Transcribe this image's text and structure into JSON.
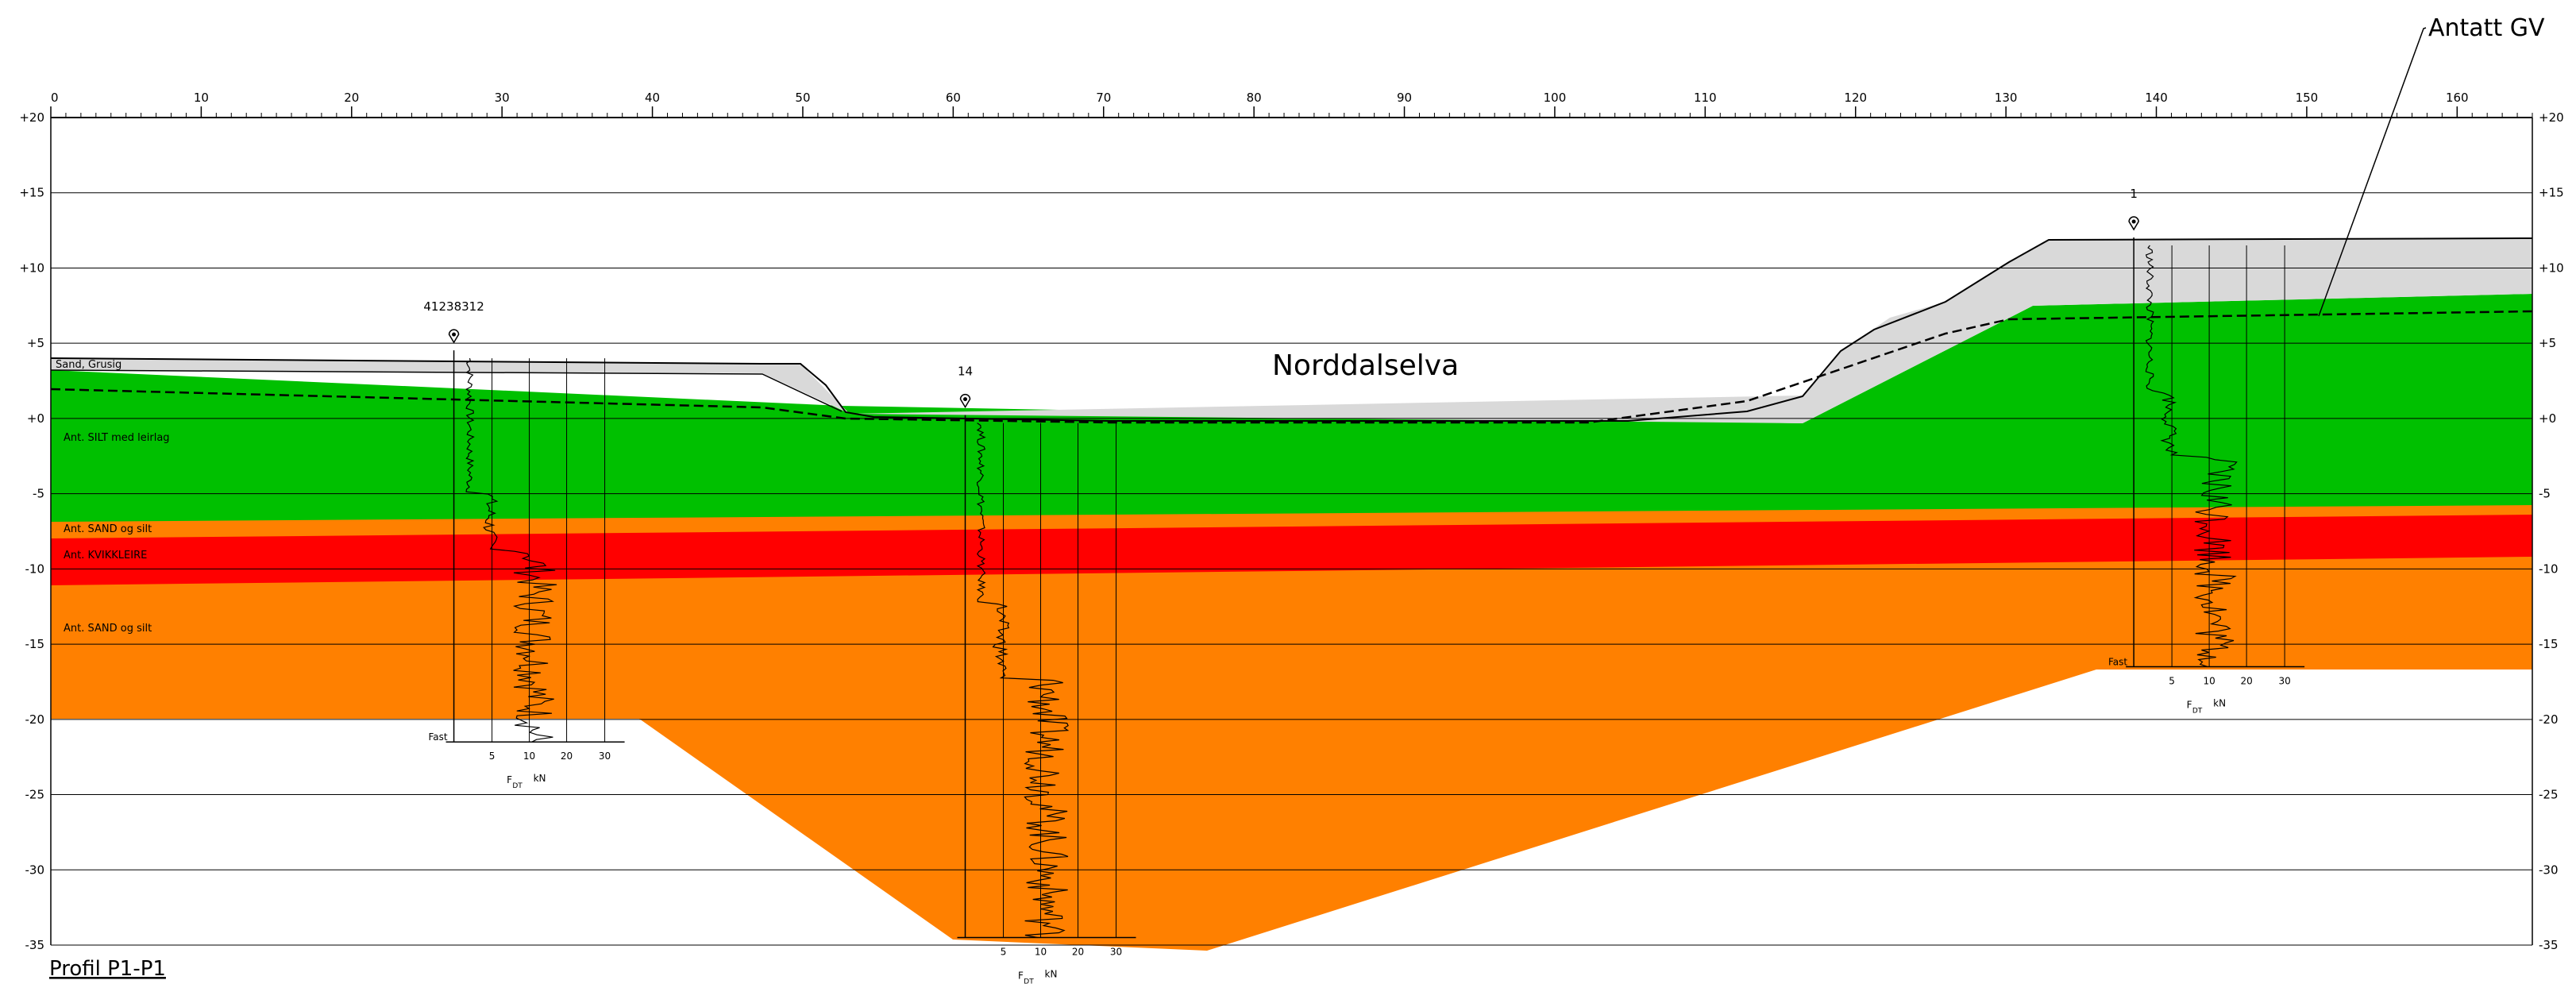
{
  "river_label": "Norddalselva",
  "gw_label": "Antatt GV",
  "profile_title": "Profil P1-P1",
  "x_axis": {
    "min": 0,
    "max": 165,
    "labels": [
      "0",
      "10",
      "20",
      "30",
      "40",
      "50",
      "60",
      "70",
      "80",
      "90",
      "100",
      "110",
      "120",
      "130",
      "140",
      "150",
      "160"
    ]
  },
  "y_axis": {
    "min": -35,
    "max": 20,
    "labels": [
      "+20",
      "+15",
      "+10",
      "+5",
      "+0",
      "-5",
      "-10",
      "-15",
      "-20",
      "-25",
      "-30",
      "-35"
    ]
  },
  "soil_layers": [
    {
      "label": "Sand, Grusig",
      "color": "#d9d9d9"
    },
    {
      "label": "Ant. SILT med leirlag",
      "color": "#00c000"
    },
    {
      "label": "Ant. SAND og silt",
      "color": "#ff8000"
    },
    {
      "label": "Ant. KVIKKLEIRE",
      "color": "#ff0000"
    },
    {
      "label": "Ant. SAND og silt",
      "color": "#ff8000"
    }
  ],
  "boreholes": [
    {
      "id": "41238312",
      "x": 26.8,
      "top": 4.0,
      "bottom": -21.5,
      "stop_label": "Fast"
    },
    {
      "id": "14",
      "x": 60.8,
      "top": -0.3,
      "bottom": -34.5,
      "stop_label": ""
    },
    {
      "id": "1",
      "x": 138.5,
      "top": 11.5,
      "bottom": -16.5,
      "stop_label": "Fast"
    }
  ],
  "force_scale": {
    "labels": [
      "5",
      "10",
      "20",
      "30"
    ],
    "axis_label": "F",
    "axis_sub": "DT",
    "unit": "kN"
  }
}
